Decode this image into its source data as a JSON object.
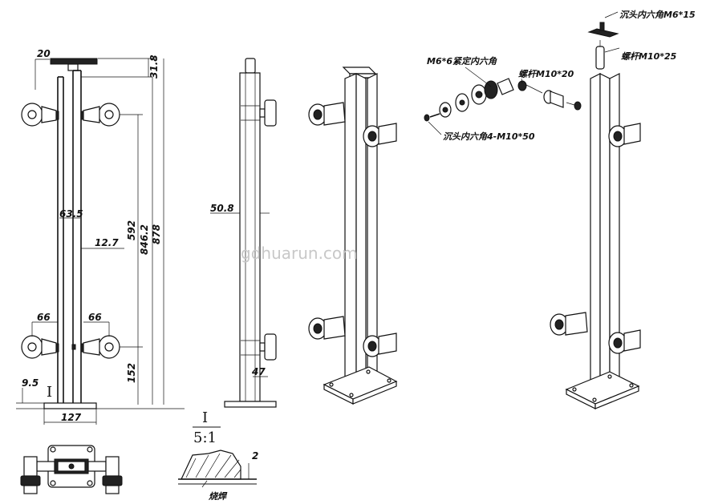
{
  "front_view": {
    "dim_top_width": "20",
    "dim_top_offset": "31.8",
    "dim_tube_gap": "63.5",
    "dim_tube_thickness": "12.7",
    "dim_height_592": "592",
    "dim_height_846": "846.2",
    "dim_height_878": "878",
    "dim_clamp_left": "66",
    "dim_clamp_right": "66",
    "dim_bottom_152": "152",
    "dim_base_thickness": "9.5",
    "dim_base_width": "127",
    "detail_marker": "I"
  },
  "side_view": {
    "dim_post_width": "50.8",
    "dim_clamp_offset": "47"
  },
  "detail": {
    "marker": "I",
    "scale": "5:1",
    "weld_size": "2",
    "weld_label": "烧焊"
  },
  "parts": {
    "screw_top": "沉头内六角M6*15",
    "stud": "螺杆M10*25",
    "set_screw": "M6*6紧定内六角",
    "bolt_m10": "螺杆M10*20",
    "countersunk": "沉头内六角4-M10*50"
  },
  "watermark": "gdhuarun.com"
}
